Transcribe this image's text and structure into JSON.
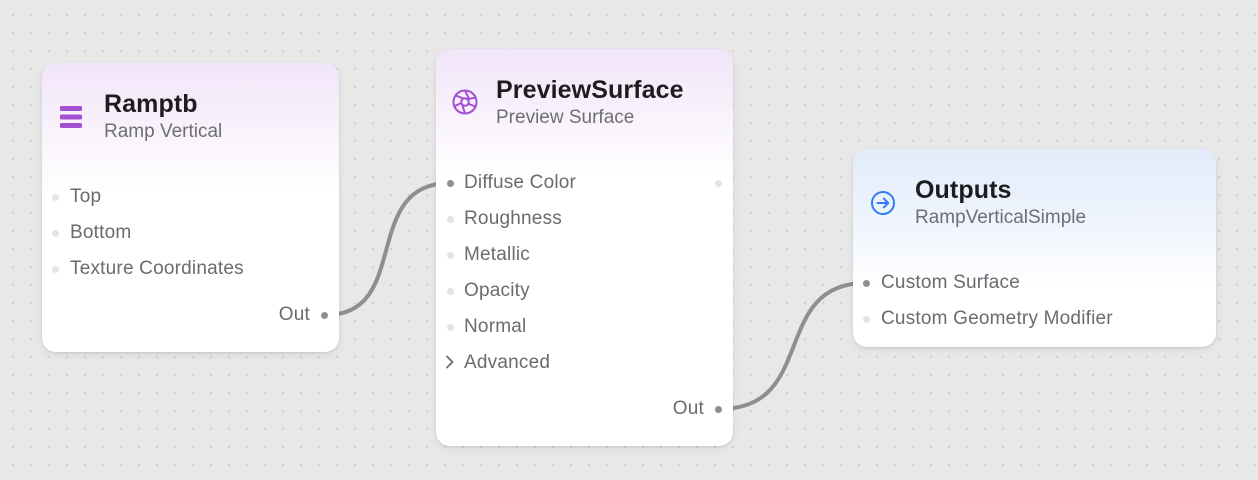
{
  "nodes": {
    "ramp": {
      "title": "Ramptb",
      "subtitle": "Ramp Vertical",
      "icon": "list-icon",
      "inputs": [
        "Top",
        "Bottom",
        "Texture Coordinates"
      ],
      "output": "Out"
    },
    "preview": {
      "title": "PreviewSurface",
      "subtitle": "Preview Surface",
      "icon": "aperture-icon",
      "inputs": [
        "Diffuse Color",
        "Roughness",
        "Metallic",
        "Opacity",
        "Normal"
      ],
      "advanced": "Advanced",
      "output": "Out"
    },
    "outputs": {
      "title": "Outputs",
      "subtitle": "RampVerticalSimple",
      "icon": "arrow-circle-icon",
      "inputs": [
        "Custom Surface",
        "Custom Geometry Modifier"
      ]
    }
  },
  "colors": {
    "accent_purple": "#a34fd1",
    "accent_blue": "#2f7cf6",
    "wire": "#8e8e93",
    "canvas": "#e8e8e8"
  }
}
